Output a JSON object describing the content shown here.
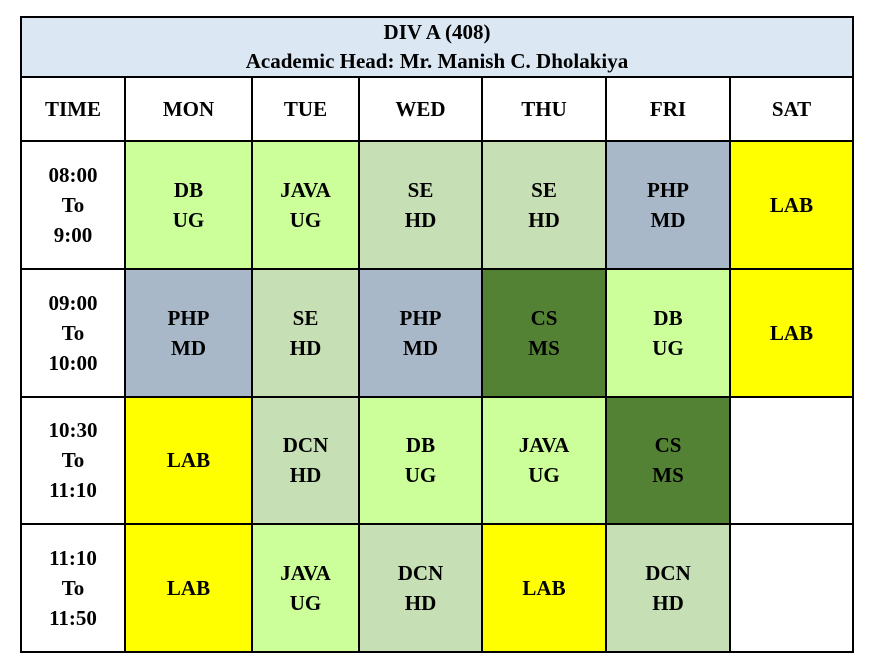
{
  "header": {
    "division": "DIV A (408)",
    "academic_head": "Academic Head:  Mr. Manish C. Dholakiya"
  },
  "columns": [
    "TIME",
    "MON",
    "TUE",
    "WED",
    "THU",
    "FRI",
    "SAT"
  ],
  "slots": [
    {
      "time": [
        "08:00",
        "To",
        "9:00"
      ],
      "cells": [
        {
          "lines": [
            "DB",
            "UG"
          ],
          "color": "#ccff99"
        },
        {
          "lines": [
            "JAVA",
            "UG"
          ],
          "color": "#ccff99"
        },
        {
          "lines": [
            "SE",
            "HD"
          ],
          "color": "#c6dfb4"
        },
        {
          "lines": [
            "SE",
            "HD"
          ],
          "color": "#c6dfb4"
        },
        {
          "lines": [
            "PHP",
            "MD"
          ],
          "color": "#a9b8c9"
        },
        {
          "lines": [
            "LAB"
          ],
          "color": "#ffff00"
        }
      ]
    },
    {
      "time": [
        "09:00",
        "To",
        "10:00"
      ],
      "cells": [
        {
          "lines": [
            "PHP",
            "MD"
          ],
          "color": "#a9b8c9"
        },
        {
          "lines": [
            "SE",
            "HD"
          ],
          "color": "#c6dfb4"
        },
        {
          "lines": [
            "PHP",
            "MD"
          ],
          "color": "#a9b8c9"
        },
        {
          "lines": [
            "CS",
            "MS"
          ],
          "color": "#548235"
        },
        {
          "lines": [
            "DB",
            "UG"
          ],
          "color": "#ccff99"
        },
        {
          "lines": [
            "LAB"
          ],
          "color": "#ffff00"
        }
      ]
    },
    {
      "time": [
        "10:30",
        "To",
        "11:10"
      ],
      "cells": [
        {
          "lines": [
            "LAB"
          ],
          "color": "#ffff00"
        },
        {
          "lines": [
            "DCN",
            "HD"
          ],
          "color": "#c6dfb4"
        },
        {
          "lines": [
            "DB",
            "UG"
          ],
          "color": "#ccff99"
        },
        {
          "lines": [
            "JAVA",
            "UG"
          ],
          "color": "#ccff99"
        },
        {
          "lines": [
            "CS",
            "MS"
          ],
          "color": "#548235"
        },
        {
          "lines": [],
          "color": "#ffffff"
        }
      ]
    },
    {
      "time": [
        "11:10",
        "To",
        "11:50"
      ],
      "cells": [
        {
          "lines": [
            "LAB"
          ],
          "color": "#ffff00"
        },
        {
          "lines": [
            "JAVA",
            "UG"
          ],
          "color": "#ccff99"
        },
        {
          "lines": [
            "DCN",
            "HD"
          ],
          "color": "#c6dfb4"
        },
        {
          "lines": [
            "LAB"
          ],
          "color": "#ffff00"
        },
        {
          "lines": [
            "DCN",
            "HD"
          ],
          "color": "#c6dfb4"
        },
        {
          "lines": [],
          "color": "#ffffff"
        }
      ]
    }
  ]
}
